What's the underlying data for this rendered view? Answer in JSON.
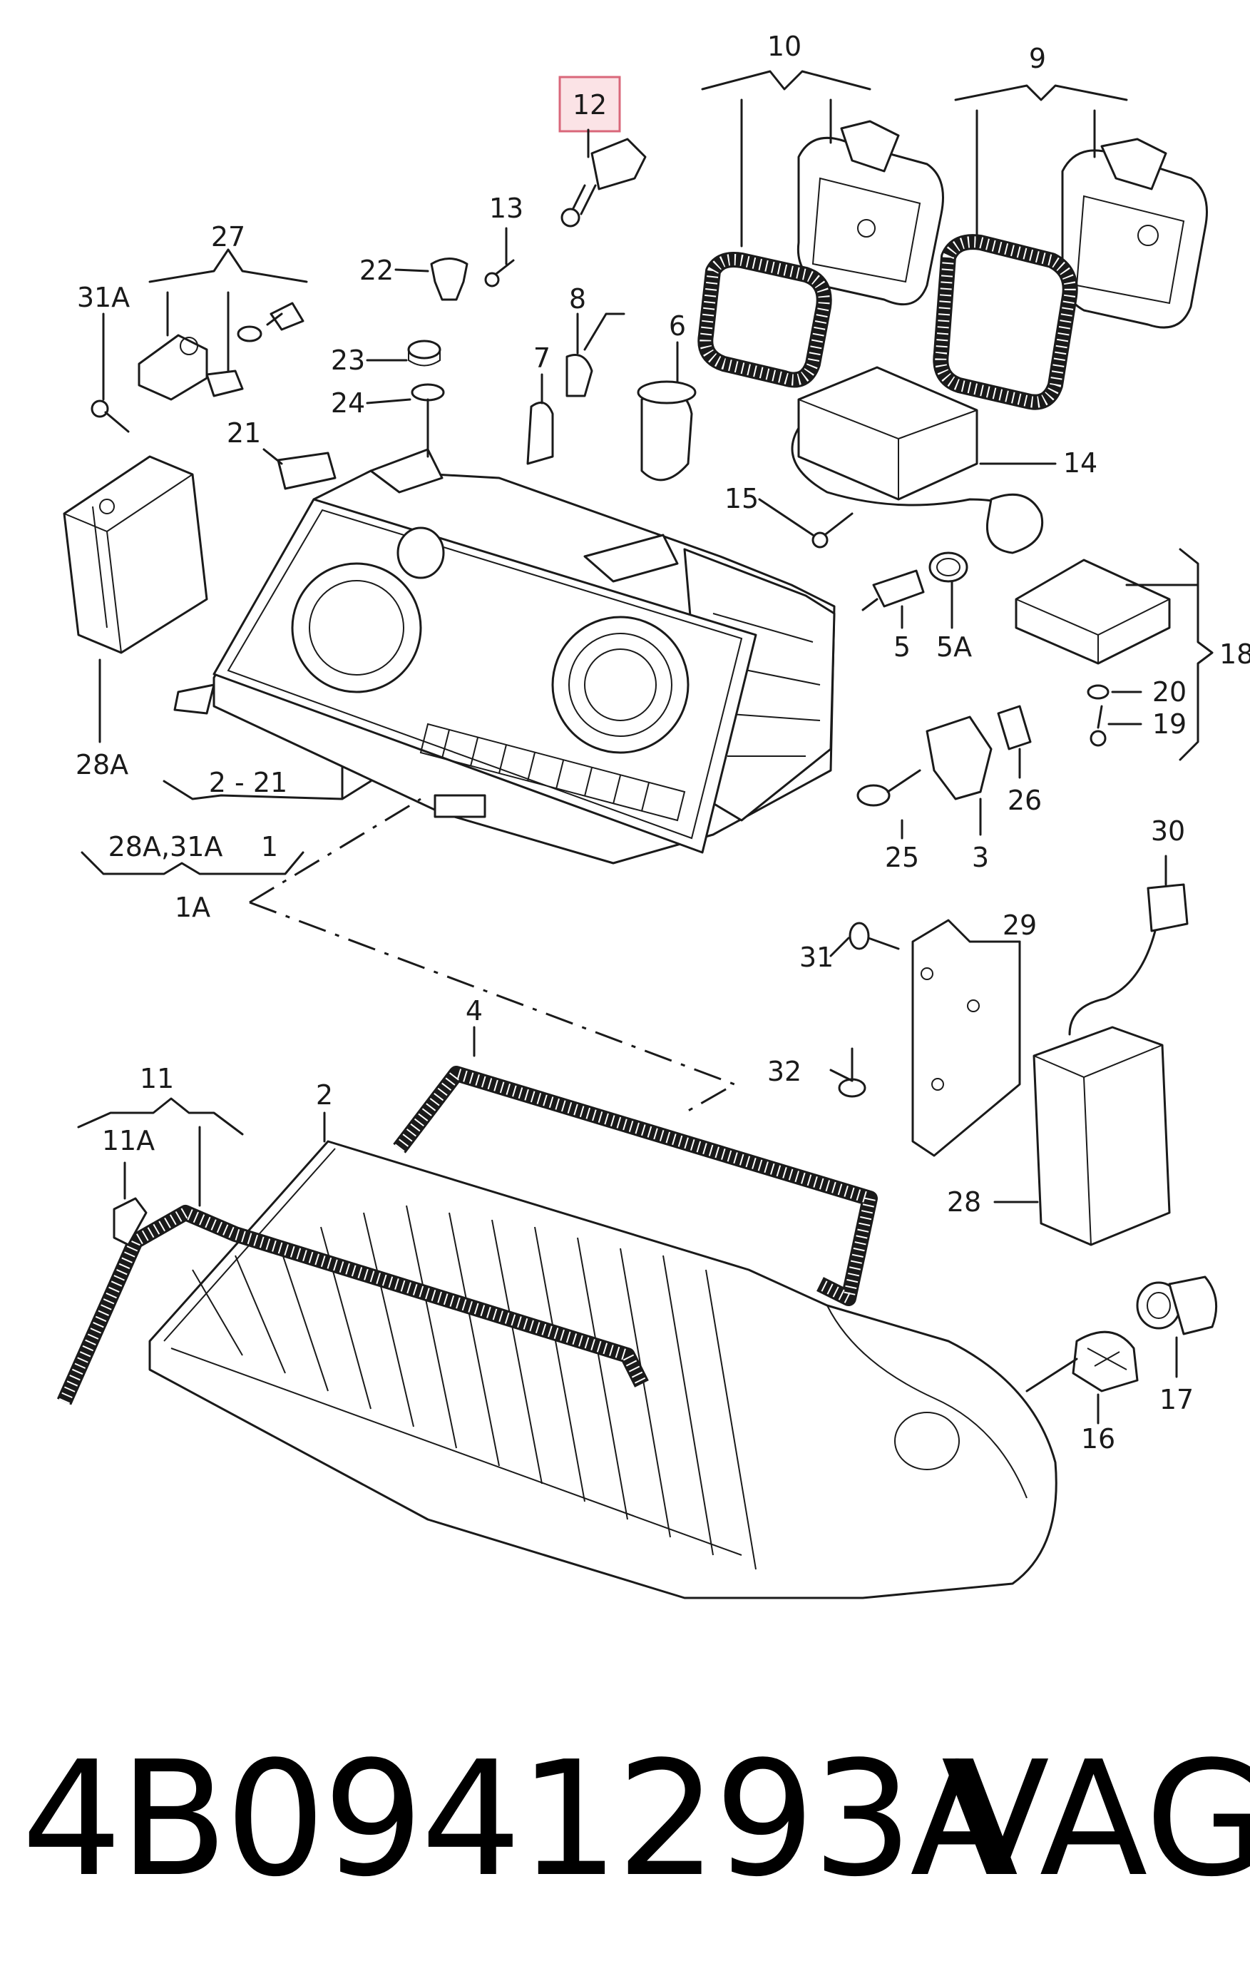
{
  "highlight_color": "#d9677a",
  "callouts": {
    "c10": "10",
    "c9": "9",
    "c12": "12",
    "c13": "13",
    "c22": "22",
    "c27": "27",
    "c31A": "31A",
    "c8": "8",
    "c6": "6",
    "c7": "7",
    "c23": "23",
    "c24": "24",
    "c21": "21",
    "c14": "14",
    "c15": "15",
    "c5": "5",
    "c5A": "5A",
    "c18": "18",
    "c20": "20",
    "c19": "19",
    "c28A": "28A",
    "c2_21": "2 - 21",
    "c1": "1",
    "c28A31A": "28A,31A",
    "c1A": "1A",
    "c26": "26",
    "c25": "25",
    "c3": "3",
    "c30": "30",
    "c31": "31",
    "c29": "29",
    "c4": "4",
    "c32": "32",
    "c11": "11",
    "c11A": "11A",
    "c2": "2",
    "c28": "28",
    "c16": "16",
    "c17": "17"
  },
  "footer": {
    "part_number": "4B0941293A",
    "brand": "VAG"
  }
}
